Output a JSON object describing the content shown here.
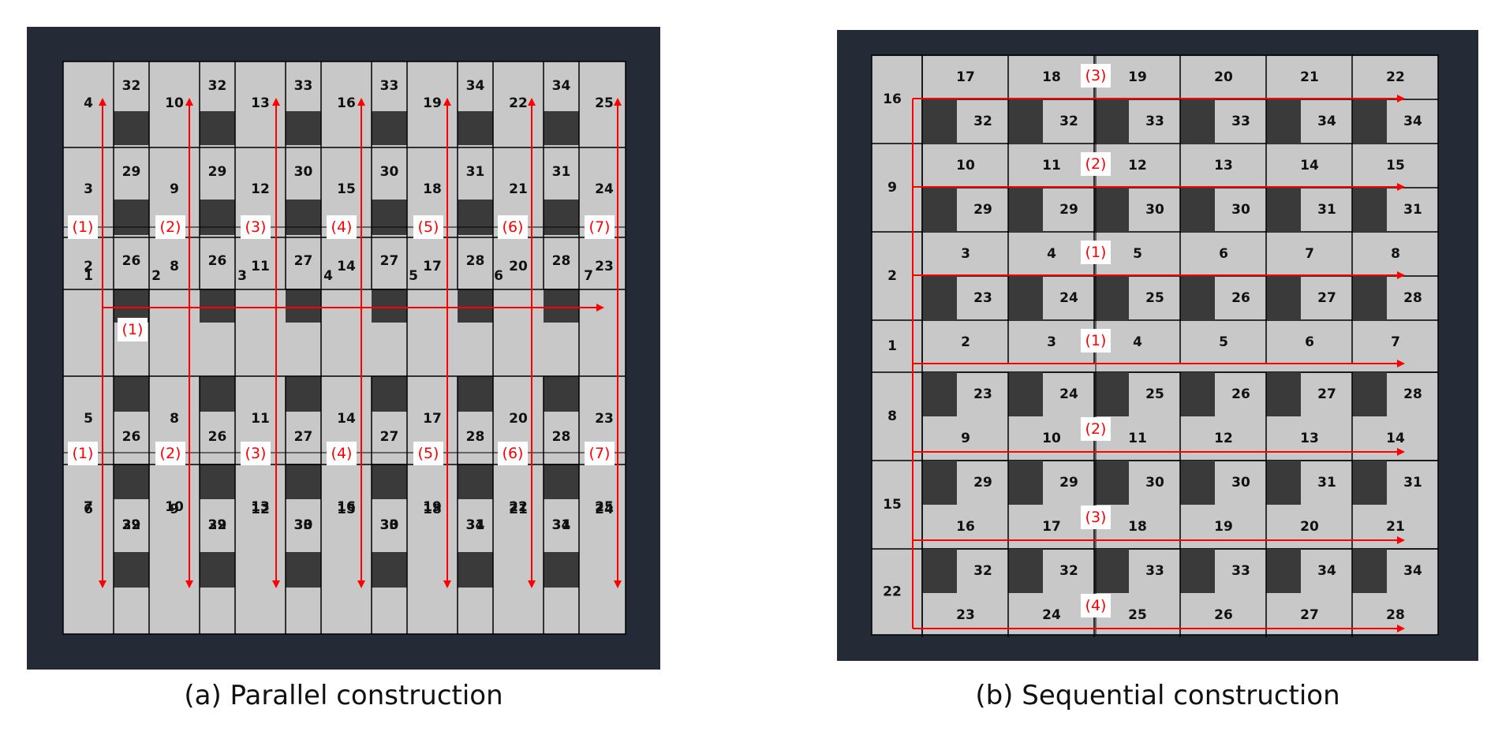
{
  "panel_a": {
    "caption": "(a) Parallel construction",
    "route_labels": [
      "(1)",
      "(2)",
      "(3)",
      "(4)",
      "(5)",
      "(6)",
      "(7)"
    ],
    "horizontal_route_label": "(1)",
    "big_column_top_outer": [
      "4",
      "10",
      "13",
      "16",
      "19",
      "22",
      "25"
    ],
    "big_column_top_upper": [
      "3",
      "9",
      "12",
      "15",
      "18",
      "21",
      "24"
    ],
    "big_column_top_lower": [
      "2",
      "8",
      "11",
      "14",
      "17",
      "20",
      "23"
    ],
    "middle_row": [
      "1",
      "2",
      "3",
      "4",
      "5",
      "6",
      "7"
    ],
    "big_column_bottom_upper": [
      "5",
      "8",
      "11",
      "14",
      "17",
      "20",
      "23"
    ],
    "big_column_bottom_lower": [
      "6",
      "9",
      "12",
      "15",
      "18",
      "21",
      "24"
    ],
    "big_column_bottom_outer": [
      "7",
      "10",
      "13",
      "16",
      "19",
      "22",
      "25"
    ],
    "small_column_outer": [
      "32",
      "32",
      "33",
      "33",
      "34",
      "34"
    ],
    "small_column_upper": [
      "29",
      "29",
      "30",
      "30",
      "31",
      "31"
    ],
    "small_column_lower": [
      "26",
      "26",
      "27",
      "27",
      "28",
      "28"
    ]
  },
  "panel_b": {
    "caption": "(b) Sequential construction",
    "left_column": [
      "16",
      "9",
      "2",
      "1",
      "8",
      "15",
      "22"
    ],
    "route_labels": [
      "(3)",
      "(2)",
      "(1)",
      "(1)",
      "(2)",
      "(3)",
      "(4)"
    ],
    "light_rows": [
      [
        "17",
        "18",
        "19",
        "20",
        "21",
        "22"
      ],
      [
        "10",
        "11",
        "12",
        "13",
        "14",
        "15"
      ],
      [
        "3",
        "4",
        "5",
        "6",
        "7",
        "8"
      ],
      [
        "2",
        "3",
        "4",
        "5",
        "6",
        "7"
      ],
      [
        "9",
        "10",
        "11",
        "12",
        "13",
        "14"
      ],
      [
        "16",
        "17",
        "18",
        "19",
        "20",
        "21"
      ],
      [
        "23",
        "24",
        "25",
        "26",
        "27",
        "28"
      ]
    ],
    "dark_rows": [
      [
        "32",
        "32",
        "33",
        "33",
        "34",
        "34"
      ],
      [
        "29",
        "29",
        "30",
        "30",
        "31",
        "31"
      ],
      [
        "23",
        "24",
        "25",
        "26",
        "27",
        "28"
      ],
      [
        "23",
        "24",
        "25",
        "26",
        "27",
        "28"
      ],
      [
        "29",
        "29",
        "30",
        "30",
        "31",
        "31"
      ],
      [
        "32",
        "32",
        "33",
        "33",
        "34",
        "34"
      ]
    ]
  },
  "colors": {
    "frame": "#242b36",
    "cell": "#c8c8c8",
    "dark_cell": "#3a3a3a",
    "route": "#ff0000",
    "grid": "#000000",
    "label_text": "#111111"
  }
}
